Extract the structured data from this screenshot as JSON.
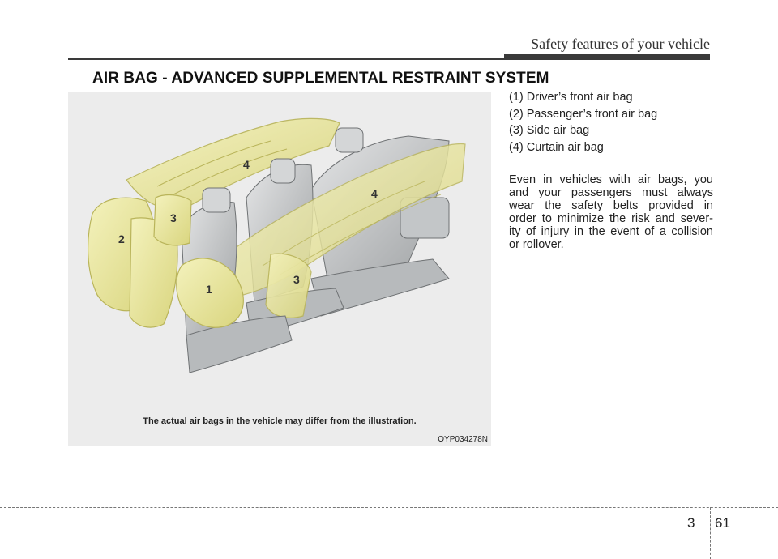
{
  "header": {
    "title": "Safety features of your vehicle"
  },
  "section": {
    "title": "AIR BAG - ADVANCED SUPPLEMENTAL RESTRAINT SYSTEM"
  },
  "figure": {
    "labels": {
      "driver": "1",
      "passenger": "2",
      "side": "3",
      "curtain": "4"
    },
    "caption": "The actual air bags in the vehicle may differ from the illustration.",
    "code": "OYP034278N",
    "colors": {
      "airbag": "#e8e59a",
      "airbag_stroke": "#b9b45a",
      "seat": "#c9cbcc",
      "background": "#ececec"
    }
  },
  "list": {
    "items": [
      "(1) Driver’s front air bag",
      "(2) Passenger’s front air bag",
      "(3) Side air bag",
      "(4) Curtain air bag"
    ]
  },
  "paragraph": {
    "lines": [
      "Even in vehicles with air bags, you",
      "and your passengers must always",
      "wear the safety belts provided in",
      "order to minimize the risk and sever-",
      "ity of injury in the event of a collision",
      "or rollover."
    ]
  },
  "footer": {
    "chapter": "3",
    "page": "61"
  }
}
